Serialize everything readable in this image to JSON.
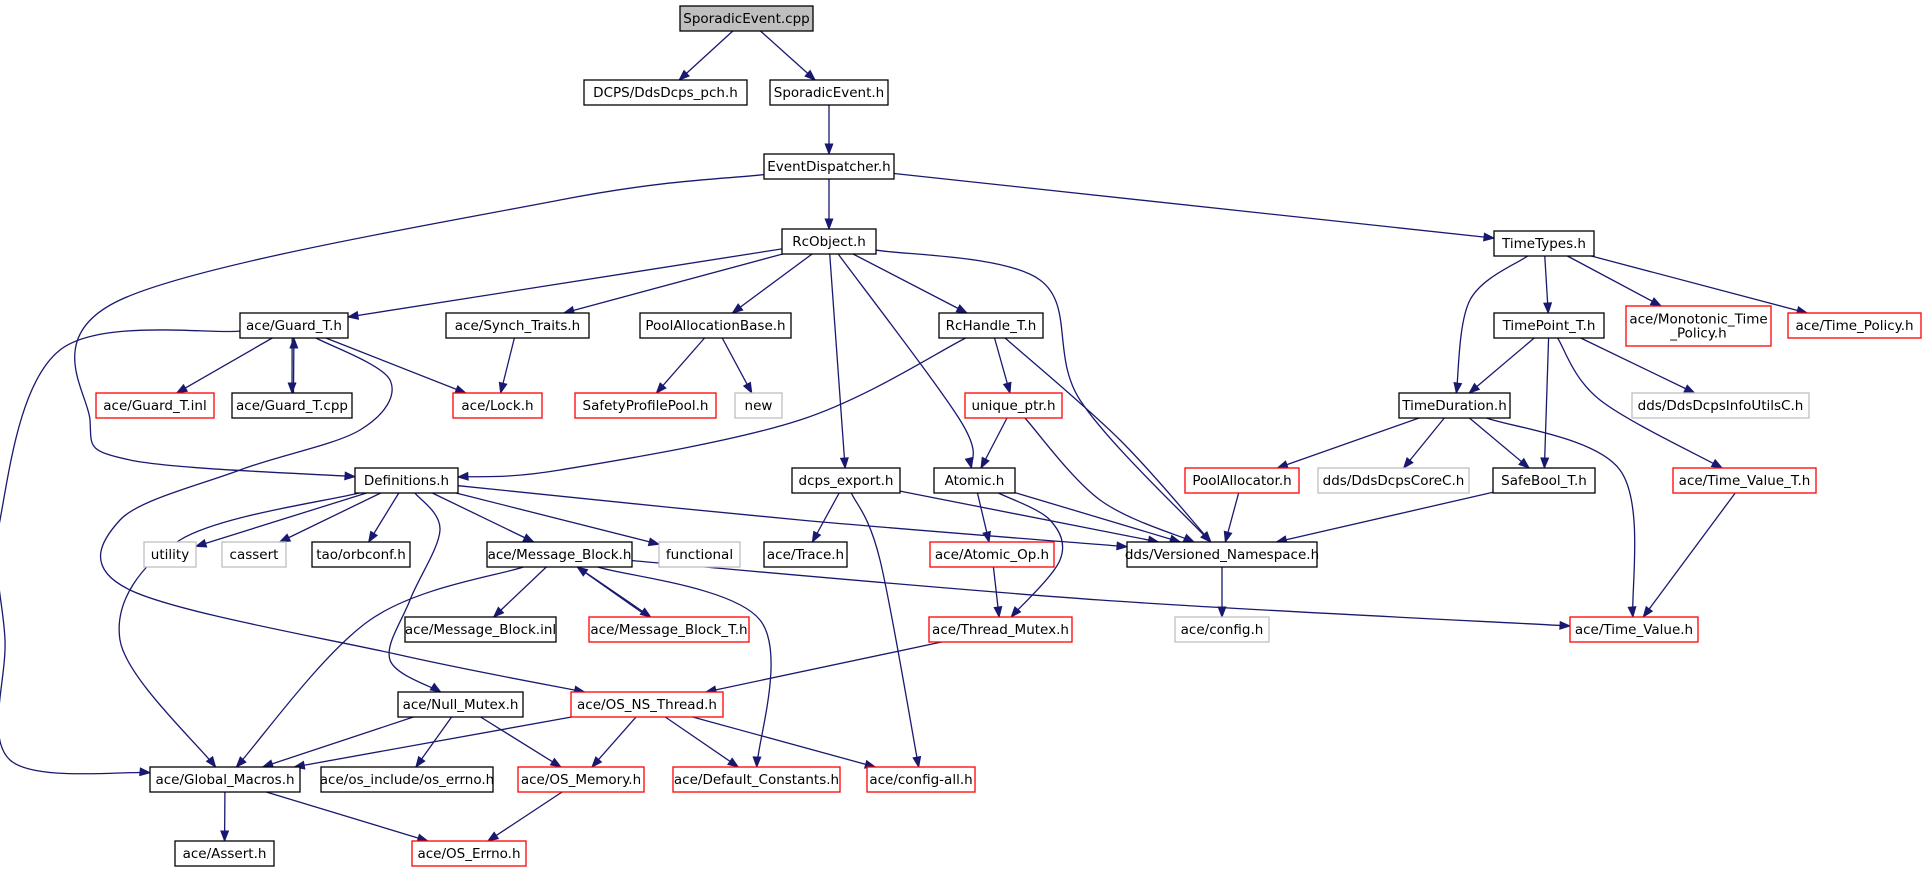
{
  "colors": {
    "edge": "#191970",
    "border_normal": "#000000",
    "border_truncated": "#ff0000",
    "border_external": "#bfbfbf",
    "root_fill": "#bfbfbf",
    "fill": "#ffffff"
  },
  "nodes": [
    {
      "id": "sporadic_cpp",
      "label": "SporadicEvent.cpp",
      "kind": "root"
    },
    {
      "id": "dcps_pch",
      "label": "DCPS/DdsDcps_pch.h",
      "kind": "normal"
    },
    {
      "id": "sporadic_h",
      "label": "SporadicEvent.h",
      "kind": "normal"
    },
    {
      "id": "event_dispatcher",
      "label": "EventDispatcher.h",
      "kind": "normal"
    },
    {
      "id": "rcobject",
      "label": "RcObject.h",
      "kind": "normal"
    },
    {
      "id": "timetypes",
      "label": "TimeTypes.h",
      "kind": "normal"
    },
    {
      "id": "guard_t_h",
      "label": "ace/Guard_T.h",
      "kind": "normal"
    },
    {
      "id": "synch_traits",
      "label": "ace/Synch_Traits.h",
      "kind": "normal"
    },
    {
      "id": "poolallocbase",
      "label": "PoolAllocationBase.h",
      "kind": "normal"
    },
    {
      "id": "rchandle",
      "label": "RcHandle_T.h",
      "kind": "normal"
    },
    {
      "id": "timepoint",
      "label": "TimePoint_T.h",
      "kind": "normal"
    },
    {
      "id": "monotonic",
      "label": "ace/Monotonic_Time\n_Policy.h",
      "kind": "truncated"
    },
    {
      "id": "time_policy",
      "label": "ace/Time_Policy.h",
      "kind": "truncated"
    },
    {
      "id": "guard_t_inl",
      "label": "ace/Guard_T.inl",
      "kind": "truncated"
    },
    {
      "id": "guard_t_cpp",
      "label": "ace/Guard_T.cpp",
      "kind": "normal"
    },
    {
      "id": "lock_h",
      "label": "ace/Lock.h",
      "kind": "truncated"
    },
    {
      "id": "safety_pool",
      "label": "SafetyProfilePool.h",
      "kind": "truncated"
    },
    {
      "id": "new",
      "label": "new",
      "kind": "external"
    },
    {
      "id": "unique_ptr",
      "label": "unique_ptr.h",
      "kind": "truncated"
    },
    {
      "id": "infoutils",
      "label": "dds/DdsDcpsInfoUtilsC.h",
      "kind": "external"
    },
    {
      "id": "timeduration",
      "label": "TimeDuration.h",
      "kind": "normal"
    },
    {
      "id": "definitions",
      "label": "Definitions.h",
      "kind": "normal"
    },
    {
      "id": "dcps_export",
      "label": "dcps_export.h",
      "kind": "normal"
    },
    {
      "id": "atomic_h",
      "label": "Atomic.h",
      "kind": "normal"
    },
    {
      "id": "poolallocator",
      "label": "PoolAllocator.h",
      "kind": "truncated"
    },
    {
      "id": "corec",
      "label": "dds/DdsDcpsCoreC.h",
      "kind": "external"
    },
    {
      "id": "safebool",
      "label": "SafeBool_T.h",
      "kind": "normal"
    },
    {
      "id": "time_value_t",
      "label": "ace/Time_Value_T.h",
      "kind": "truncated"
    },
    {
      "id": "utility",
      "label": "utility",
      "kind": "external"
    },
    {
      "id": "cassert",
      "label": "cassert",
      "kind": "external"
    },
    {
      "id": "orbconf",
      "label": "tao/orbconf.h",
      "kind": "normal"
    },
    {
      "id": "message_block",
      "label": "ace/Message_Block.h",
      "kind": "normal"
    },
    {
      "id": "functional",
      "label": "functional",
      "kind": "external"
    },
    {
      "id": "trace_h",
      "label": "ace/Trace.h",
      "kind": "normal"
    },
    {
      "id": "atomic_op",
      "label": "ace/Atomic_Op.h",
      "kind": "truncated"
    },
    {
      "id": "versioned_ns",
      "label": "dds/Versioned_Namespace.h",
      "kind": "normal"
    },
    {
      "id": "message_block_inl",
      "label": "ace/Message_Block.inl",
      "kind": "normal"
    },
    {
      "id": "message_block_t",
      "label": "ace/Message_Block_T.h",
      "kind": "truncated"
    },
    {
      "id": "thread_mutex",
      "label": "ace/Thread_Mutex.h",
      "kind": "truncated"
    },
    {
      "id": "config_h",
      "label": "ace/config.h",
      "kind": "external"
    },
    {
      "id": "time_value",
      "label": "ace/Time_Value.h",
      "kind": "truncated"
    },
    {
      "id": "null_mutex",
      "label": "ace/Null_Mutex.h",
      "kind": "normal"
    },
    {
      "id": "os_ns_thread",
      "label": "ace/OS_NS_Thread.h",
      "kind": "truncated"
    },
    {
      "id": "global_macros",
      "label": "ace/Global_Macros.h",
      "kind": "normal"
    },
    {
      "id": "os_errno_inc",
      "label": "ace/os_include/os_errno.h",
      "kind": "normal"
    },
    {
      "id": "os_memory",
      "label": "ace/OS_Memory.h",
      "kind": "truncated"
    },
    {
      "id": "default_constants",
      "label": "ace/Default_Constants.h",
      "kind": "truncated"
    },
    {
      "id": "config_all",
      "label": "ace/config-all.h",
      "kind": "truncated"
    },
    {
      "id": "assert_h",
      "label": "ace/Assert.h",
      "kind": "normal"
    },
    {
      "id": "os_errno",
      "label": "ace/OS_Errno.h",
      "kind": "truncated"
    }
  ],
  "edges": [
    [
      "sporadic_cpp",
      "dcps_pch"
    ],
    [
      "sporadic_cpp",
      "sporadic_h"
    ],
    [
      "sporadic_h",
      "event_dispatcher"
    ],
    [
      "event_dispatcher",
      "rcobject"
    ],
    [
      "event_dispatcher",
      "timetypes"
    ],
    [
      "event_dispatcher",
      "definitions"
    ],
    [
      "rcobject",
      "guard_t_h"
    ],
    [
      "rcobject",
      "synch_traits"
    ],
    [
      "rcobject",
      "poolallocbase"
    ],
    [
      "rcobject",
      "rchandle"
    ],
    [
      "rcobject",
      "atomic_h"
    ],
    [
      "rcobject",
      "dcps_export"
    ],
    [
      "rcobject",
      "versioned_ns"
    ],
    [
      "timetypes",
      "timepoint"
    ],
    [
      "timetypes",
      "monotonic"
    ],
    [
      "timetypes",
      "time_policy"
    ],
    [
      "timetypes",
      "timeduration"
    ],
    [
      "guard_t_h",
      "guard_t_inl"
    ],
    [
      "guard_t_h",
      "guard_t_cpp"
    ],
    [
      "guard_t_cpp",
      "guard_t_h"
    ],
    [
      "guard_t_h",
      "lock_h"
    ],
    [
      "guard_t_h",
      "global_macros"
    ],
    [
      "guard_t_h",
      "os_ns_thread"
    ],
    [
      "synch_traits",
      "lock_h"
    ],
    [
      "poolallocbase",
      "safety_pool"
    ],
    [
      "poolallocbase",
      "new"
    ],
    [
      "rchandle",
      "unique_ptr"
    ],
    [
      "rchandle",
      "definitions"
    ],
    [
      "rchandle",
      "versioned_ns"
    ],
    [
      "timepoint",
      "timeduration"
    ],
    [
      "timepoint",
      "safebool"
    ],
    [
      "timepoint",
      "infoutils"
    ],
    [
      "timepoint",
      "time_value_t"
    ],
    [
      "timeduration",
      "poolallocator"
    ],
    [
      "timeduration",
      "corec"
    ],
    [
      "timeduration",
      "safebool"
    ],
    [
      "timeduration",
      "time_value"
    ],
    [
      "unique_ptr",
      "atomic_h"
    ],
    [
      "unique_ptr",
      "versioned_ns"
    ],
    [
      "definitions",
      "utility"
    ],
    [
      "definitions",
      "cassert"
    ],
    [
      "definitions",
      "orbconf"
    ],
    [
      "definitions",
      "message_block"
    ],
    [
      "definitions",
      "functional"
    ],
    [
      "definitions",
      "versioned_ns"
    ],
    [
      "definitions",
      "global_macros"
    ],
    [
      "definitions",
      "null_mutex"
    ],
    [
      "dcps_export",
      "trace_h"
    ],
    [
      "dcps_export",
      "versioned_ns"
    ],
    [
      "dcps_export",
      "config_all"
    ],
    [
      "atomic_h",
      "atomic_op"
    ],
    [
      "atomic_h",
      "versioned_ns"
    ],
    [
      "atomic_h",
      "thread_mutex"
    ],
    [
      "poolallocator",
      "versioned_ns"
    ],
    [
      "safebool",
      "versioned_ns"
    ],
    [
      "time_value_t",
      "time_value"
    ],
    [
      "message_block",
      "message_block_inl"
    ],
    [
      "message_block",
      "message_block_t"
    ],
    [
      "message_block_t",
      "message_block"
    ],
    [
      "message_block",
      "global_macros"
    ],
    [
      "message_block",
      "default_constants"
    ],
    [
      "message_block",
      "time_value"
    ],
    [
      "atomic_op",
      "thread_mutex"
    ],
    [
      "versioned_ns",
      "config_h"
    ],
    [
      "thread_mutex",
      "os_ns_thread"
    ],
    [
      "null_mutex",
      "global_macros"
    ],
    [
      "null_mutex",
      "os_errno_inc"
    ],
    [
      "null_mutex",
      "os_memory"
    ],
    [
      "os_ns_thread",
      "global_macros"
    ],
    [
      "os_ns_thread",
      "os_memory"
    ],
    [
      "os_ns_thread",
      "default_constants"
    ],
    [
      "os_ns_thread",
      "config_all"
    ],
    [
      "global_macros",
      "assert_h"
    ],
    [
      "global_macros",
      "os_errno"
    ],
    [
      "os_memory",
      "os_errno"
    ]
  ]
}
